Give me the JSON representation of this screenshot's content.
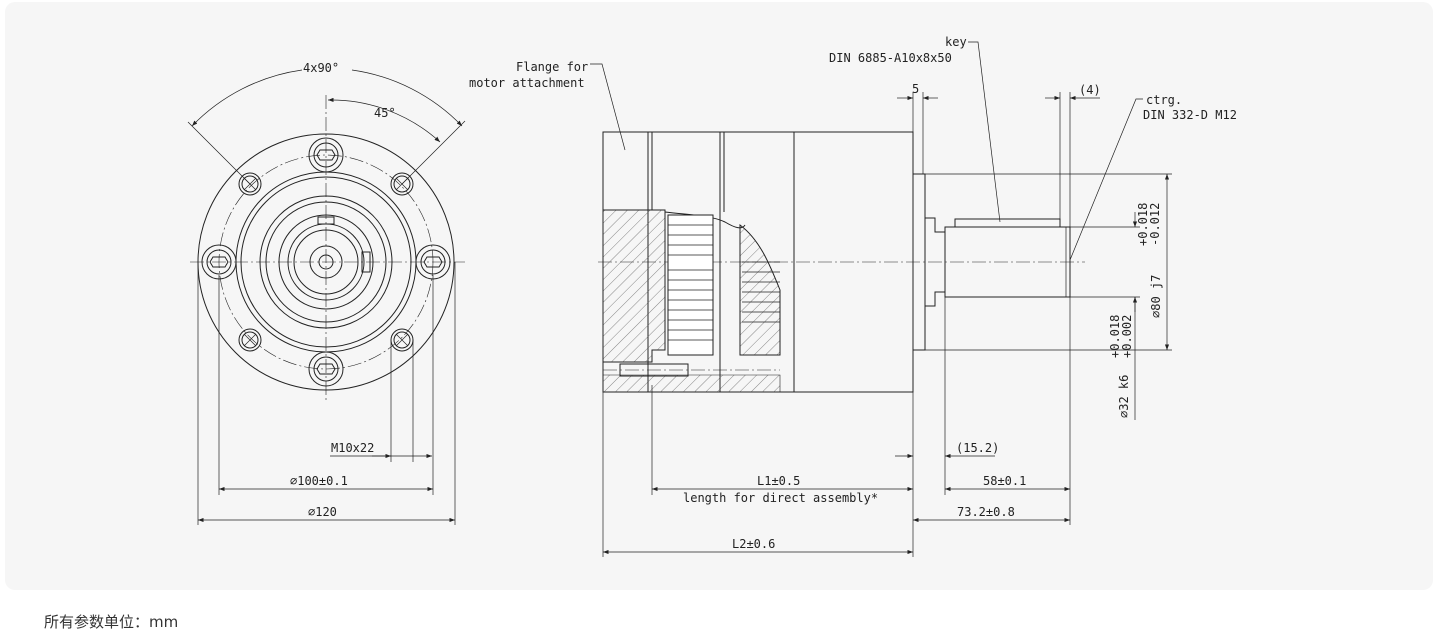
{
  "front_view": {
    "angle_total": "4x90°",
    "angle_half": "45°",
    "thread": "M10x22",
    "bolt_circle": "⌀100±0.1",
    "outer_diameter": "⌀120"
  },
  "side_view": {
    "flange_label_1": "Flange for",
    "flange_label_2": "motor attachment",
    "key_label": "key",
    "key_spec": "DIN 6885-A10x8x50",
    "dim_5": "5",
    "dim_4": "(4)",
    "ctrg_label": "ctrg.",
    "ctrg_spec": "DIN 332-D M12",
    "dia_80": "⌀80  j7",
    "tol_80_upper": "+0.018",
    "tol_80_lower": "-0.012",
    "dia_32": "⌀32  k6",
    "tol_32_upper": "+0.018",
    "tol_32_lower": "+0.002",
    "dim_15_2": "(15.2)",
    "dim_l1": "L1±0.5",
    "dim_l1_note": "length for direct assembly*",
    "dim_58": "58±0.1",
    "dim_73": "73.2±0.8",
    "dim_l2": "L2±0.6"
  },
  "footer": {
    "units_note": "所有参数单位：mm"
  }
}
